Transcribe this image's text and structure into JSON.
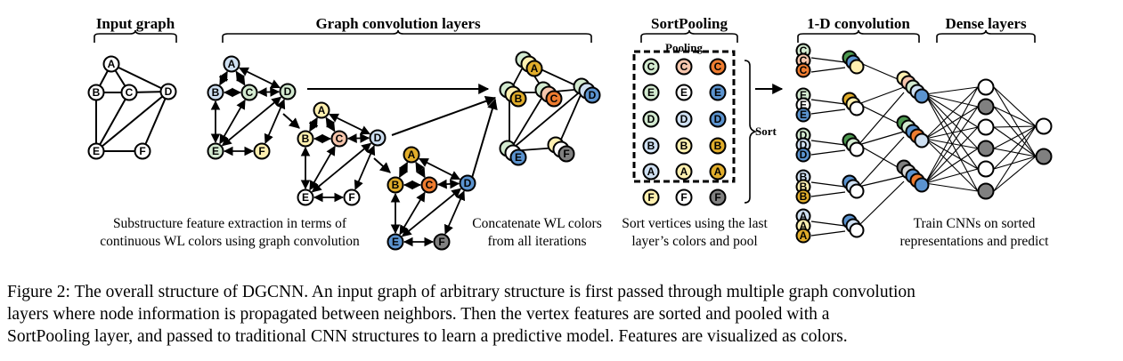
{
  "headers": {
    "input_graph": "Input graph",
    "graph_conv": "Graph convolution layers",
    "sortpooling": "SortPooling",
    "conv1d": "1-D convolution",
    "dense": "Dense layers",
    "pooling": "Pooling",
    "sort": "Sort"
  },
  "captions": {
    "substructure_1": "Substructure feature extraction in terms of",
    "substructure_2": "continuous WL colors using graph convolution",
    "concat_1": "Concatenate WL colors",
    "concat_2": "from all iterations",
    "sortpool_1": "Sort vertices using the last",
    "sortpool_2": "layer’s colors and pool",
    "train_1": "Train CNNs on sorted",
    "train_2": "representations and predict"
  },
  "node_letters": [
    "A",
    "B",
    "C",
    "D",
    "E",
    "F"
  ],
  "palette": {
    "white": "#ffffff",
    "light_green": "#d3ead0",
    "light_yellow": "#fff0b0",
    "light_peach": "#f6c6ad",
    "light_blue": "#cfe0f2",
    "dark_yellow": "#e1ad2b",
    "dark_orange": "#ee7c30",
    "dark_blue": "#5b93cf",
    "dark_gray": "#808080",
    "dark_green": "#4d9950",
    "pale_gray": "#d8d8d8"
  },
  "figure_caption": {
    "line1": "Figure 2: The overall structure of DGCNN. An input graph of arbitrary structure is first passed through multiple graph convolution",
    "line2": "layers where node information is propagated between neighbors.  Then the vertex features are sorted and pooled with a",
    "line3": "SortPooling layer, and passed to traditional CNN structures to learn a predictive model. Features are visualized as colors."
  }
}
